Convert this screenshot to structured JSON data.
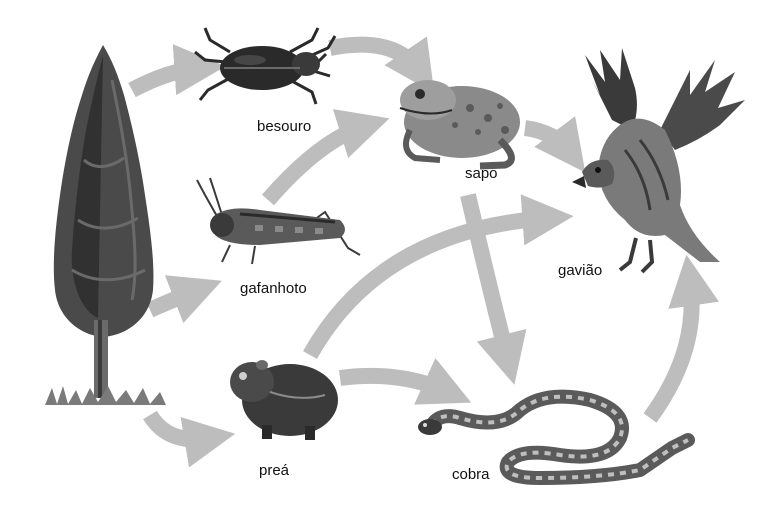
{
  "diagram": {
    "organisms": [
      {
        "id": "tree",
        "label": "",
        "icon": "tree-icon"
      },
      {
        "id": "besouro",
        "label": "besouro",
        "icon": "beetle-icon"
      },
      {
        "id": "sapo",
        "label": "sapo",
        "icon": "toad-icon"
      },
      {
        "id": "gafanhoto",
        "label": "gafanhoto",
        "icon": "grasshopper-icon"
      },
      {
        "id": "gaviao",
        "label": "gavião",
        "icon": "hawk-icon"
      },
      {
        "id": "prea",
        "label": "preá",
        "icon": "cavy-icon"
      },
      {
        "id": "cobra",
        "label": "cobra",
        "icon": "snake-icon"
      }
    ],
    "arrows": [
      {
        "from": "tree",
        "to": "besouro"
      },
      {
        "from": "tree",
        "to": "gafanhoto"
      },
      {
        "from": "tree",
        "to": "prea"
      },
      {
        "from": "besouro",
        "to": "sapo"
      },
      {
        "from": "gafanhoto",
        "to": "sapo"
      },
      {
        "from": "sapo",
        "to": "gaviao"
      },
      {
        "from": "sapo",
        "to": "cobra"
      },
      {
        "from": "prea",
        "to": "gaviao"
      },
      {
        "from": "prea",
        "to": "cobra"
      },
      {
        "from": "cobra",
        "to": "gaviao"
      }
    ],
    "colors": {
      "arrow": "#bdbdbd",
      "dark": "#2a2a2a",
      "mid": "#6d6d6d",
      "light": "#a8a8a8",
      "label": "#111111"
    }
  }
}
